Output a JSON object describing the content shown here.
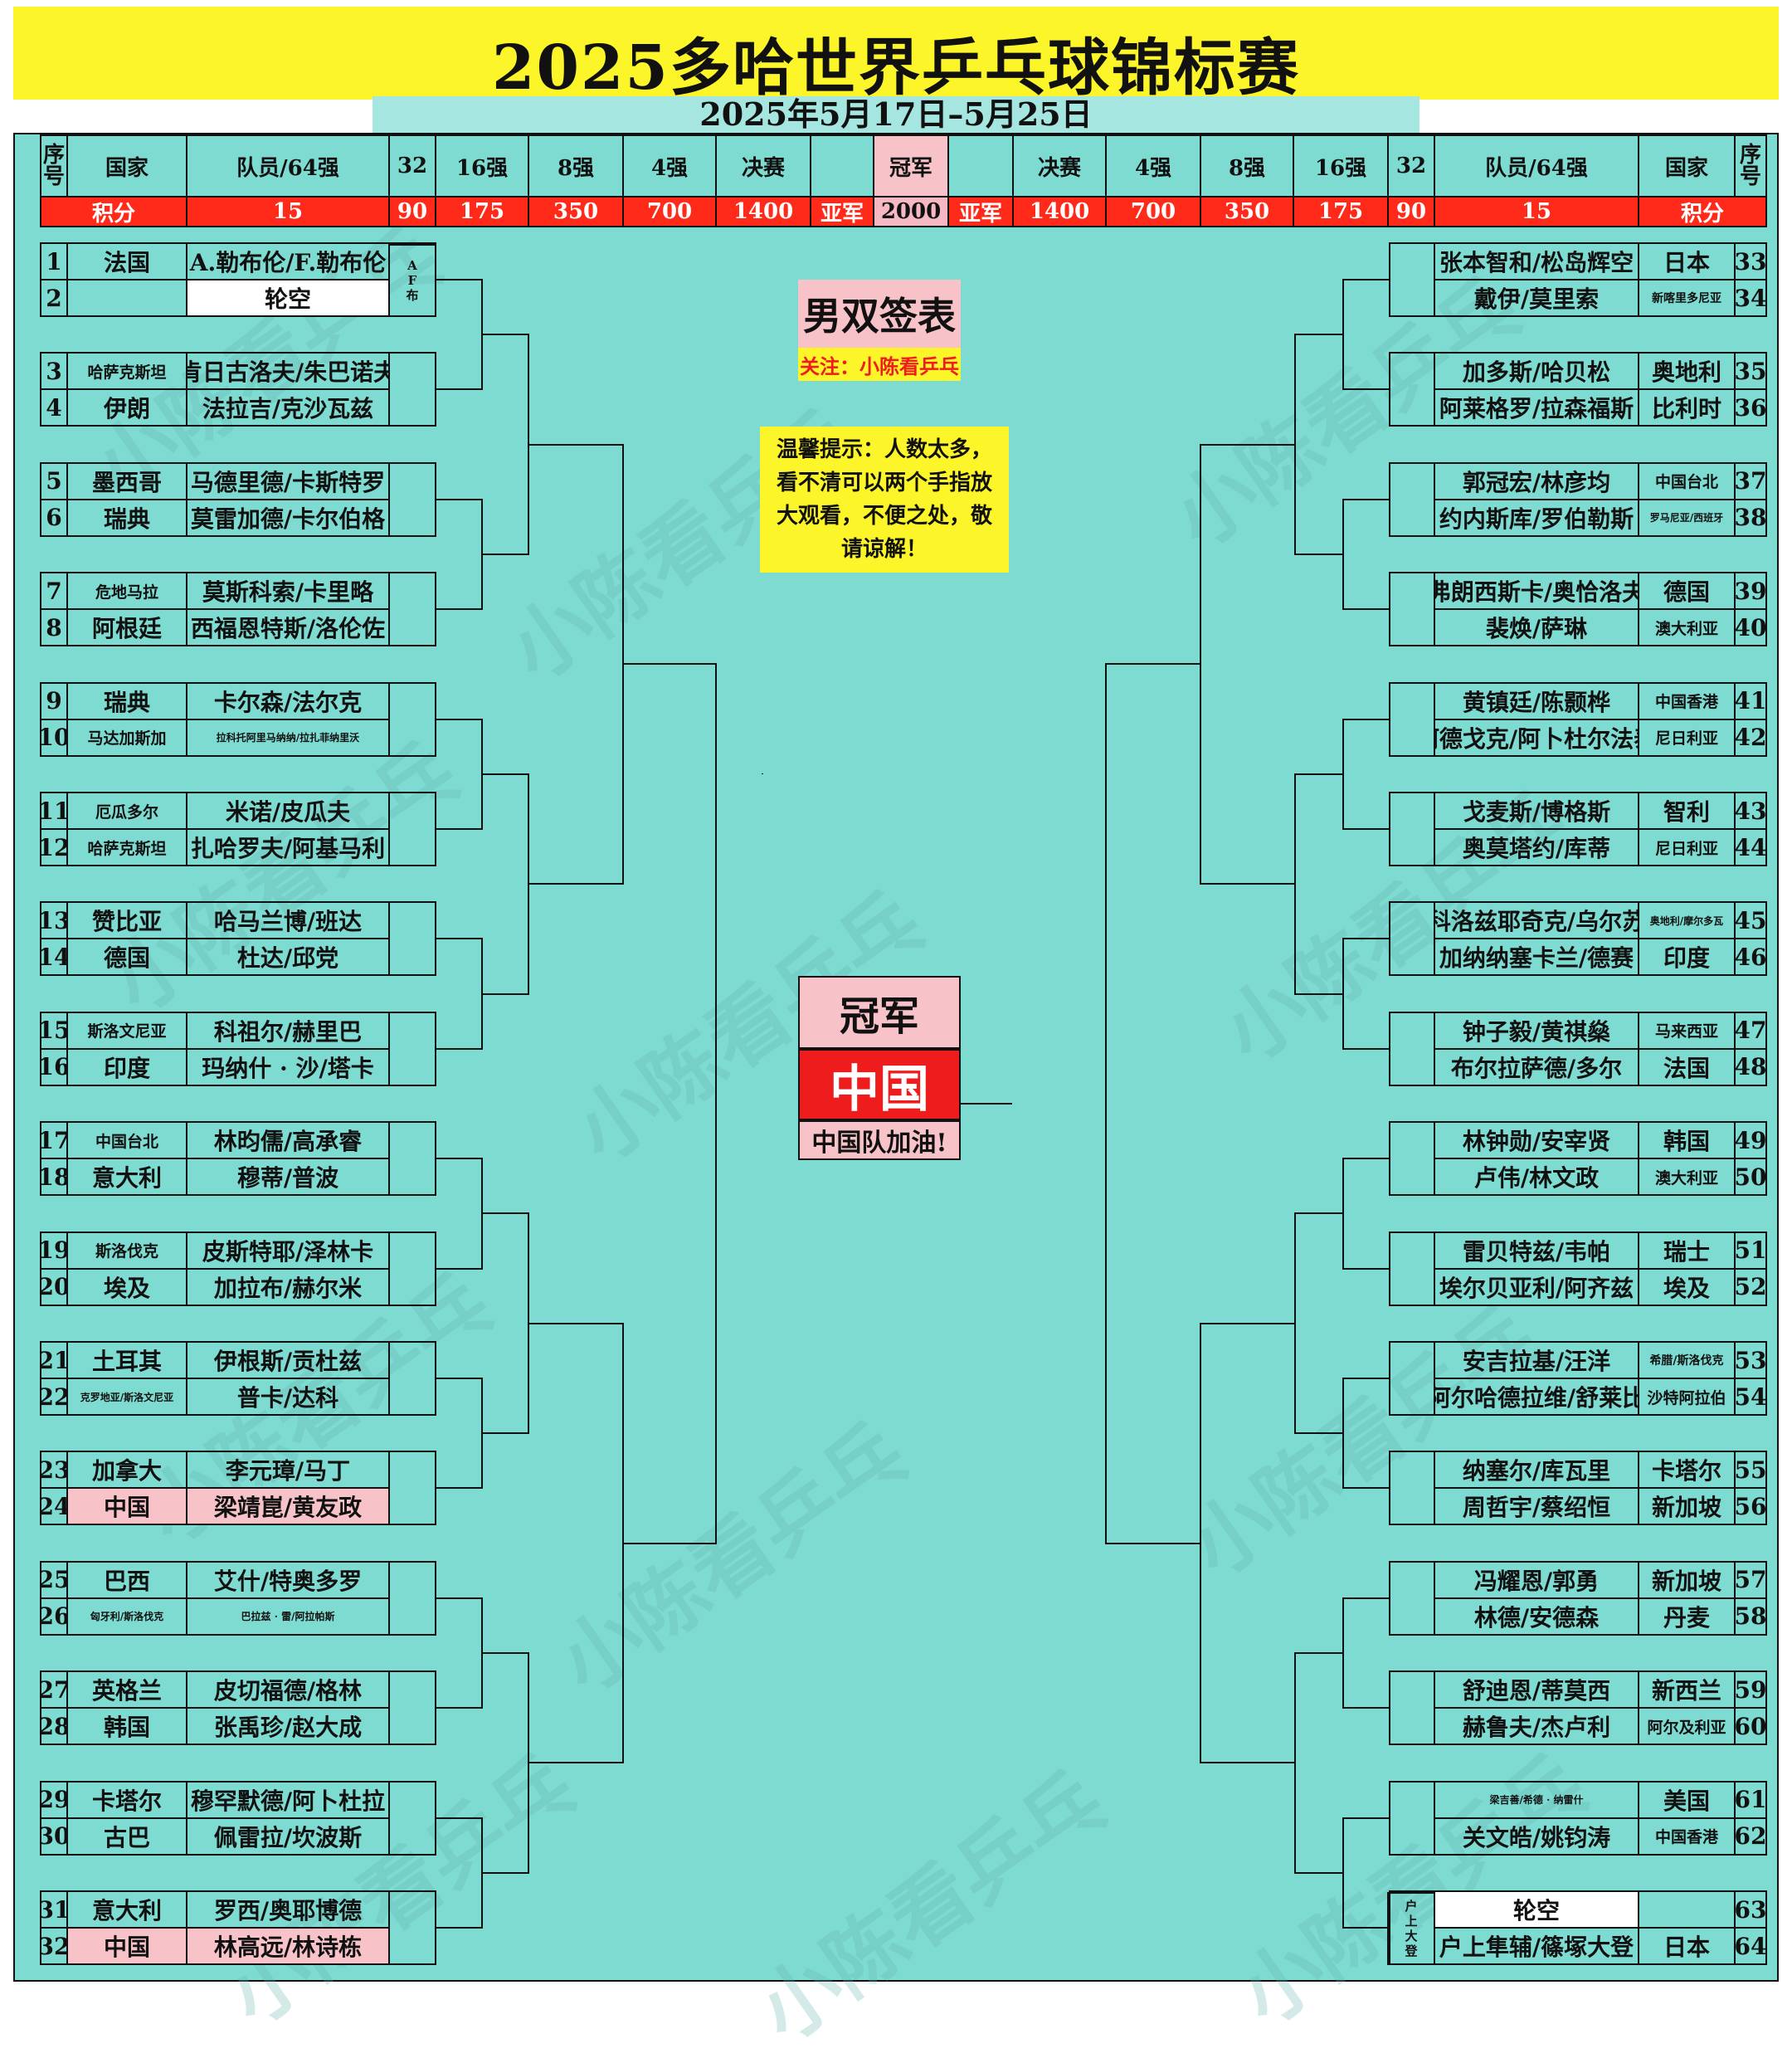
{
  "title": "2025多哈世界乒乓球锦标赛",
  "date_range": "2025年5月17日–5月25日",
  "header": {
    "seq": "序号",
    "country": "国家",
    "players": "队员/64强",
    "r32": "32",
    "r16": "16强",
    "r8": "8强",
    "r4": "4强",
    "final": "决赛",
    "champion": "冠军"
  },
  "points_row": {
    "label": "积分",
    "p64": "15",
    "p32": "90",
    "p16": "175",
    "p8": "350",
    "p4": "700",
    "pfinal": "1400",
    "runner_up": "亚军",
    "pchamp": "2000"
  },
  "draw_title": "男双签表",
  "follow_note": "关注：小陈看乒乓",
  "tip": "温馨提示：人数太多，看不清可以两个手指放大观看，不便之处，敬请谅解！",
  "champion_label": "冠军",
  "champion_country": "中国",
  "cheer": "中国队加油!",
  "left_bye_country_vertical": "AF布",
  "right_bye_country_vertical": "户上大登",
  "left_pairs": [
    {
      "a": {
        "no": "1",
        "country": "法国",
        "players": "A.勒布伦/F.勒布伦"
      },
      "b": {
        "no": "2",
        "country": "",
        "players": "轮空"
      }
    },
    {
      "a": {
        "no": "3",
        "country": "哈萨克斯坦",
        "players": "肯日古洛夫/朱巴诺夫"
      },
      "b": {
        "no": "4",
        "country": "伊朗",
        "players": "法拉吉/克沙瓦兹"
      }
    },
    {
      "a": {
        "no": "5",
        "country": "墨西哥",
        "players": "马德里德/卡斯特罗"
      },
      "b": {
        "no": "6",
        "country": "瑞典",
        "players": "莫雷加德/卡尔伯格"
      }
    },
    {
      "a": {
        "no": "7",
        "country": "危地马拉",
        "players": "莫斯科索/卡里略"
      },
      "b": {
        "no": "8",
        "country": "阿根廷",
        "players": "西福恩特斯/洛伦佐"
      }
    },
    {
      "a": {
        "no": "9",
        "country": "瑞典",
        "players": "卡尔森/法尔克"
      },
      "b": {
        "no": "10",
        "country": "马达加斯加",
        "players": "拉科托阿里马纳纳/拉扎菲纳里沃"
      }
    },
    {
      "a": {
        "no": "11",
        "country": "厄瓜多尔",
        "players": "米诺/皮瓜夫"
      },
      "b": {
        "no": "12",
        "country": "哈萨克斯坦",
        "players": "扎哈罗夫/阿基马利"
      }
    },
    {
      "a": {
        "no": "13",
        "country": "赞比亚",
        "players": "哈马兰博/班达"
      },
      "b": {
        "no": "14",
        "country": "德国",
        "players": "杜达/邱党"
      }
    },
    {
      "a": {
        "no": "15",
        "country": "斯洛文尼亚",
        "players": "科祖尔/赫里巴"
      },
      "b": {
        "no": "16",
        "country": "印度",
        "players": "玛纳什 · 沙/塔卡"
      }
    },
    {
      "a": {
        "no": "17",
        "country": "中国台北",
        "players": "林昀儒/高承睿"
      },
      "b": {
        "no": "18",
        "country": "意大利",
        "players": "穆蒂/普波"
      }
    },
    {
      "a": {
        "no": "19",
        "country": "斯洛伐克",
        "players": "皮斯特耶/泽林卡"
      },
      "b": {
        "no": "20",
        "country": "埃及",
        "players": "加拉布/赫尔米"
      }
    },
    {
      "a": {
        "no": "21",
        "country": "土耳其",
        "players": "伊根斯/贡杜兹"
      },
      "b": {
        "no": "22",
        "country": "克罗地亚/斯洛文尼亚",
        "players": "普卡/达科"
      }
    },
    {
      "a": {
        "no": "23",
        "country": "加拿大",
        "players": "李元璋/马丁"
      },
      "b": {
        "no": "24",
        "country": "中国",
        "players": "梁靖崑/黄友政"
      }
    },
    {
      "a": {
        "no": "25",
        "country": "巴西",
        "players": "艾什/特奥多罗"
      },
      "b": {
        "no": "26",
        "country": "匈牙利/斯洛伐克",
        "players": "巴拉兹 · 雷/阿拉帕斯"
      }
    },
    {
      "a": {
        "no": "27",
        "country": "英格兰",
        "players": "皮切福德/格林"
      },
      "b": {
        "no": "28",
        "country": "韩国",
        "players": "张禹珍/赵大成"
      }
    },
    {
      "a": {
        "no": "29",
        "country": "卡塔尔",
        "players": "穆罕默德/阿卜杜拉"
      },
      "b": {
        "no": "30",
        "country": "古巴",
        "players": "佩雷拉/坎波斯"
      }
    },
    {
      "a": {
        "no": "31",
        "country": "意大利",
        "players": "罗西/奥耶博德"
      },
      "b": {
        "no": "32",
        "country": "中国",
        "players": "林高远/林诗栋"
      }
    }
  ],
  "right_pairs": [
    {
      "a": {
        "no": "33",
        "country": "日本",
        "players": "张本智和/松岛辉空"
      },
      "b": {
        "no": "34",
        "country": "新喀里多尼亚",
        "players": "戴伊/莫里索"
      }
    },
    {
      "a": {
        "no": "35",
        "country": "奥地利",
        "players": "加多斯/哈贝松"
      },
      "b": {
        "no": "36",
        "country": "比利时",
        "players": "阿莱格罗/拉森福斯"
      }
    },
    {
      "a": {
        "no": "37",
        "country": "中国台北",
        "players": "郭冠宏/林彦均"
      },
      "b": {
        "no": "38",
        "country": "罗马尼亚/西班牙",
        "players": "约内斯库/罗伯勒斯"
      }
    },
    {
      "a": {
        "no": "39",
        "country": "德国",
        "players": "弗朗西斯卡/奥恰洛夫"
      },
      "b": {
        "no": "40",
        "country": "澳大利亚",
        "players": "裴焕/萨琳"
      }
    },
    {
      "a": {
        "no": "41",
        "country": "中国香港",
        "players": "黄镇廷/陈颢桦"
      },
      "b": {
        "no": "42",
        "country": "尼日利亚",
        "players": "阿德戈克/阿卜杜尔法泰"
      }
    },
    {
      "a": {
        "no": "43",
        "country": "智利",
        "players": "戈麦斯/博格斯"
      },
      "b": {
        "no": "44",
        "country": "尼日利亚",
        "players": "奥莫塔约/库蒂"
      }
    },
    {
      "a": {
        "no": "45",
        "country": "奥地利/摩尔多瓦",
        "players": "科洛兹耶奇克/乌尔苏"
      },
      "b": {
        "no": "46",
        "country": "印度",
        "players": "加纳纳塞卡兰/德赛"
      }
    },
    {
      "a": {
        "no": "47",
        "country": "马来西亚",
        "players": "钟子毅/黄祺燊"
      },
      "b": {
        "no": "48",
        "country": "法国",
        "players": "布尔拉萨德/多尔"
      }
    },
    {
      "a": {
        "no": "49",
        "country": "韩国",
        "players": "林钟勋/安宰贤"
      },
      "b": {
        "no": "50",
        "country": "澳大利亚",
        "players": "卢伟/林文政"
      }
    },
    {
      "a": {
        "no": "51",
        "country": "瑞士",
        "players": "雷贝特兹/韦帕"
      },
      "b": {
        "no": "52",
        "country": "埃及",
        "players": "埃尔贝亚利/阿齐兹"
      }
    },
    {
      "a": {
        "no": "53",
        "country": "希腊/斯洛伐克",
        "players": "安吉拉基/汪洋"
      },
      "b": {
        "no": "54",
        "country": "沙特阿拉伯",
        "players": "阿尔哈德拉维/舒莱比"
      }
    },
    {
      "a": {
        "no": "55",
        "country": "卡塔尔",
        "players": "纳塞尔/库瓦里"
      },
      "b": {
        "no": "56",
        "country": "新加坡",
        "players": "周哲宇/蔡绍恒"
      }
    },
    {
      "a": {
        "no": "57",
        "country": "新加坡",
        "players": "冯耀恩/郭勇"
      },
      "b": {
        "no": "58",
        "country": "丹麦",
        "players": "林德/安德森"
      }
    },
    {
      "a": {
        "no": "59",
        "country": "新西兰",
        "players": "舒迪恩/蒂莫西"
      },
      "b": {
        "no": "60",
        "country": "阿尔及利亚",
        "players": "赫鲁夫/杰卢利"
      }
    },
    {
      "a": {
        "no": "61",
        "country": "美国",
        "players": "梁吉善/希德 · 纳雷什"
      },
      "b": {
        "no": "62",
        "country": "中国香港",
        "players": "关文皓/姚钧涛"
      }
    },
    {
      "a": {
        "no": "63",
        "country": "",
        "players": "轮空"
      },
      "b": {
        "no": "64",
        "country": "日本",
        "players": "户上隼辅/篠塚大登"
      }
    }
  ],
  "watermark": "小陈看乒乓",
  "colors": {
    "board_bg": "#7edbd1",
    "title_bg": "#fcf52a",
    "points_red": "#ff2a1a",
    "pink": "#f8c3c8",
    "champion_red": "#ee1c1c"
  }
}
